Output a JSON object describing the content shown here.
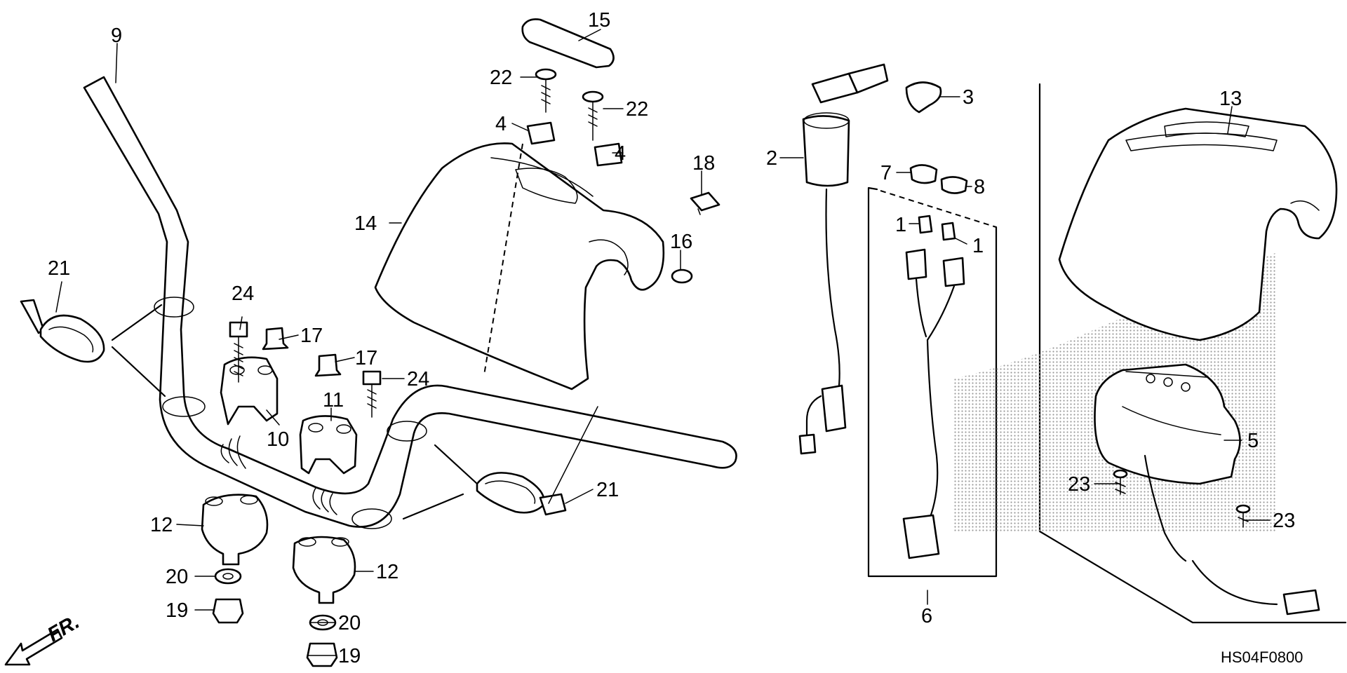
{
  "diagram_code": "HS04F0800",
  "front_indicator": "FR.",
  "callouts": [
    "1",
    "1",
    "2",
    "3",
    "4",
    "4",
    "5",
    "6",
    "7",
    "8",
    "9",
    "10",
    "11",
    "12",
    "12",
    "13",
    "14",
    "15",
    "16",
    "17",
    "17",
    "18",
    "19",
    "19",
    "20",
    "20",
    "21",
    "21",
    "22",
    "22",
    "23",
    "23",
    "24",
    "24"
  ],
  "colors": {
    "ink": "#000000",
    "paper": "#ffffff",
    "stipple": "#9a9a9a"
  }
}
